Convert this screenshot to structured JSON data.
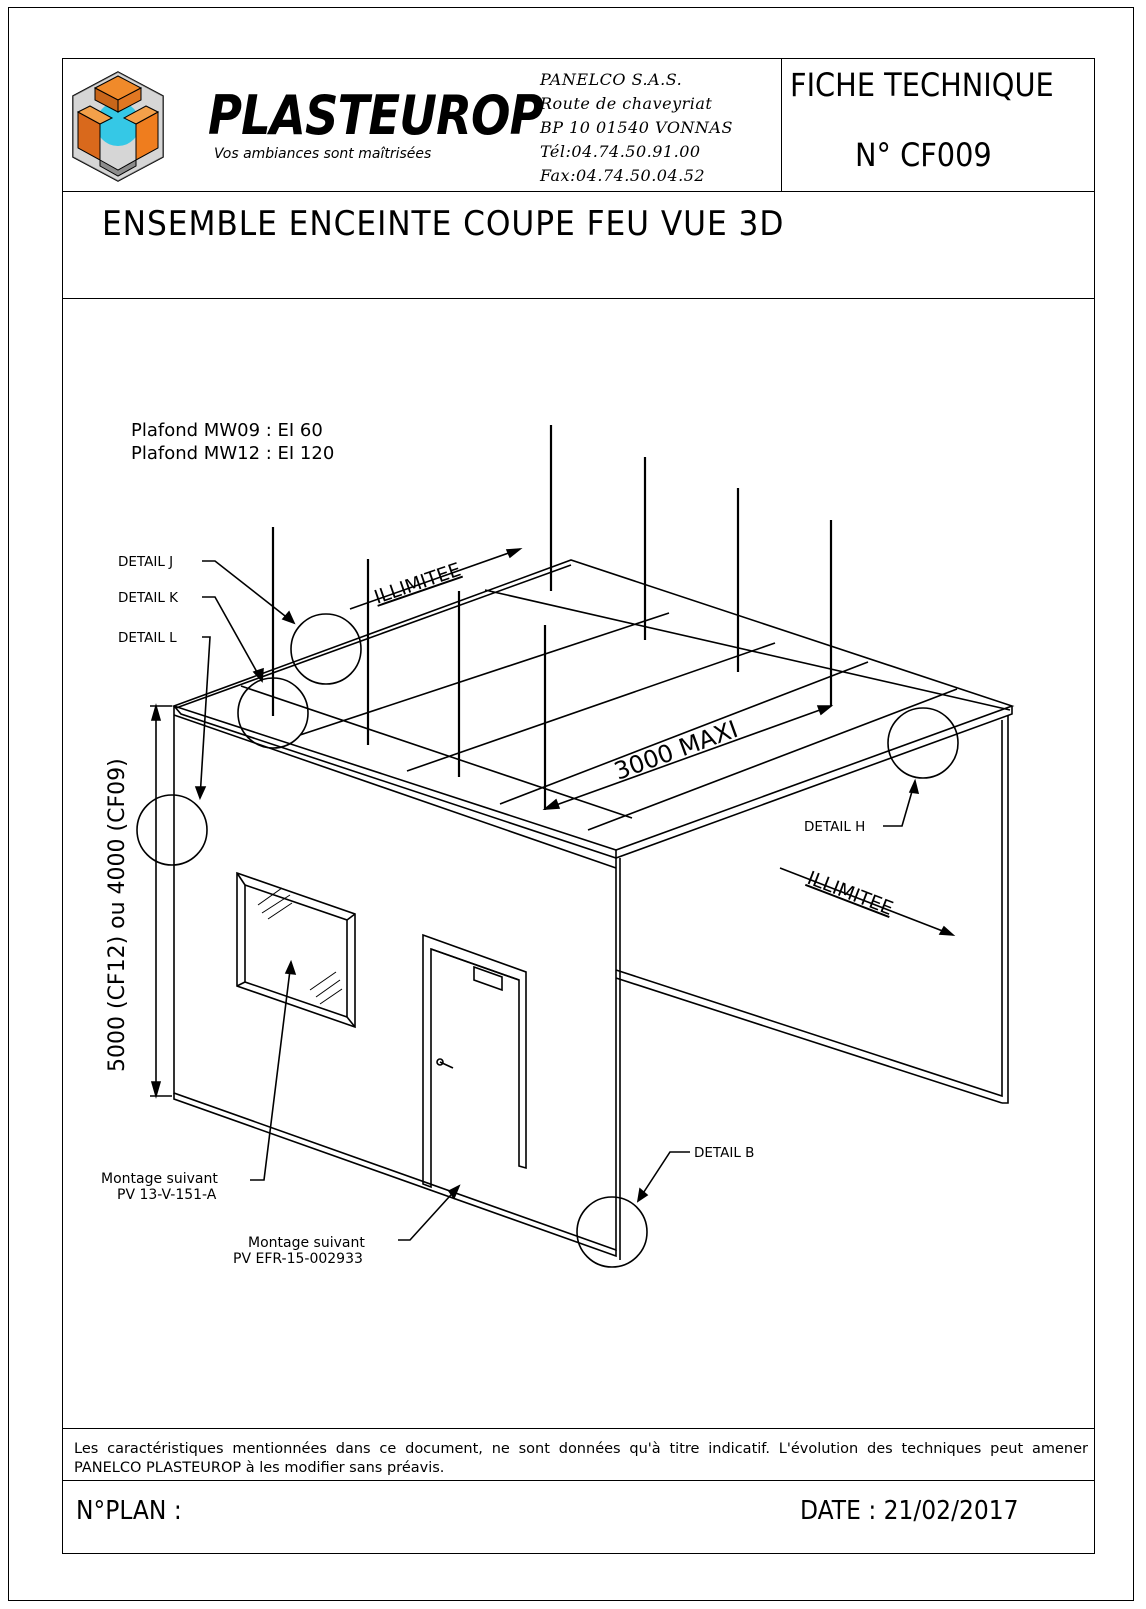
{
  "header": {
    "brand_name": "PLASTEUROP",
    "slogan": "Vos ambiances sont maîtrisées",
    "company": "PANELCO S.A.S.",
    "address_line1": "Route de chaveyriat",
    "address_line2": "BP 10 01540 VONNAS",
    "phone": "Tél:04.74.50.91.00",
    "fax": "Fax:04.74.50.04.52",
    "doc_type": "FICHE TECHNIQUE",
    "doc_number": "N° CF009"
  },
  "title": "ENSEMBLE ENCEINTE COUPE FEU VUE 3D",
  "drawing": {
    "ceiling_line1": "Plafond MW09 : EI 60",
    "ceiling_line2": "Plafond MW12 : EI 120",
    "detail_j": "DETAIL J",
    "detail_k": "DETAIL K",
    "detail_l": "DETAIL L",
    "detail_h": "DETAIL H",
    "detail_b": "DETAIL B",
    "illimitee_top": "ILLIMITEE",
    "illimitee_right": "ILLIMITEE",
    "span_label": "3000 MAXI",
    "height_label": "5000 (CF12) ou 4000 (CF09)",
    "window_note_line1": "Montage suivant",
    "window_note_line2": "PV 13-V-151-A",
    "door_note_line1": "Montage suivant",
    "door_note_line2": "PV EFR-15-002933"
  },
  "footer": {
    "disclaimer": "Les caractéristiques mentionnées dans ce document, ne sont données qu'à titre indicatif. L'évolution des techniques peut amener PANELCO PLASTEUROP à les modifier sans préavis.",
    "plan_label": "N°PLAN :",
    "date_label": "DATE : 21/02/2017"
  },
  "colors": {
    "logo_orange": "#f07f1e",
    "logo_cyan": "#35c8e6",
    "logo_gray": "#8c8c8c"
  }
}
